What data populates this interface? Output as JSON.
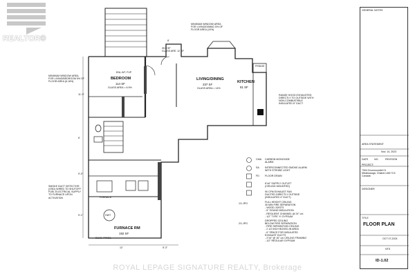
{
  "watermark": {
    "text": "ROYAL LEPAGE SIGNATURE REALTY, Brokerage",
    "logo_text": "REALTOR®"
  },
  "title_block": {
    "general_notes": "GENERAL NOTES",
    "area_statement": "AREA STATEMENT",
    "date_col": "DATE",
    "no_col": "NO.",
    "revision_col": "REVISION",
    "revision_date": "Nov. 14, 2023",
    "project_label": "PROJECT:",
    "project_address": "7904 Drummondlef Ct\nMississauga, Ontario L6M 7L5\nCanada",
    "designer_label": "DESIGNER",
    "title_label": "TITLE",
    "sheet_title": "FLOOR PLAN",
    "date_value": "OCT 07,2024",
    "scale_value": "NTS",
    "sheet_number": "ID-1.02"
  },
  "rooms": [
    {
      "name": "BEDROOM",
      "area": "114 SF",
      "note": "GLASS AREA = 6.9%"
    },
    {
      "name": "LIVING/DINING",
      "area": "337 SF",
      "note": "GLASS AREA = 14%"
    },
    {
      "name": "KITCHEN",
      "area": "81 SF",
      "note": ""
    },
    {
      "name": "FURNACE RM",
      "area": "192 SF",
      "note": ""
    }
  ],
  "callouts": {
    "window_bedroom": "MINIMUM WINDOW AREA\nFOR LIVING/BEDROOM 5% OF\nFLOOR AREA (6.18%)",
    "window_living": "MINIMUM WINDOW AREA\nFOR LIVING/DINING 5% OF\nFLOOR AREA (10%)",
    "glass_area": "39.5 SF\nGLASS ARE: 12 SF",
    "range_hood": "RANGE HOOD EXHAUSTED\nDIRECTLY TO OUTSIDE WITH\nNON-COMBUSTIBLE\nINSULATED 6\" DUCT",
    "smoke_detector": "SMOKE DUCT DETECTOR\n(OSD) WIRED TO SHUTOFF\nFUEL ELECTRICAL SUPPLY\nTO FURNACE UPON\nACTIVATION",
    "furnace": "FURNACE",
    "hwt": "HWT",
    "elec_panel": "ELEC. PANEL",
    "fridge": "FRIDGE",
    "enl_label": "ENL.WT. FVP"
  },
  "legend": [
    {
      "symbol": "CMA",
      "text": "CARBON MONOXIDE\nALARM"
    },
    {
      "symbol": "SA",
      "text": "INTERCONNECTED SMOKE ALARM\nWITH STROBE LIGHT"
    },
    {
      "symbol": "FD",
      "text": "FLOOR DRAIN"
    },
    {
      "symbol": "",
      "text": "6\"x6\" SUPPLY OUTLET\n(CEILING MOUNTED)"
    },
    {
      "symbol": "",
      "text": "90 CFM EXHAUST FAN\nDUCTED DIRECTLY OUTSIDE\n(INSULATED 4\" DUCT)"
    },
    {
      "symbol": "1/1.JPG",
      "text": "FULL HEIGHT CEILING\n30 MIN FIRE SEPARATION\n- WOOD JOISTS\n- 6\" SOUND INSULATION\n- RESILIENT CHANNEL @ 24\" o/c\n- 1/2\" TYPE 'X' GYPSUM"
    },
    {
      "symbol": "2/1.JPG",
      "text": "DROPPED CEILING\nBELOW FIRE SEPARATION\n- FIRE SEPARATION CEILING\n- 2 1/2 INCH BOXED-IN AREA\n- 6\" SPACE FOR INSULATED\n  EXHAUST DUCTS\n- 2\"x4\" @ 16\" o/c CEILING FRAMING\n- 1/2\" REGULAR GYPSUM"
    }
  ],
  "dimensions": {
    "left_1": "11'-0\"",
    "left_2": "6'",
    "left_3": "9'-0\"",
    "left_4": "9'-1\"",
    "bottom_1": "12'",
    "bottom_2": "5'-3\"",
    "top": "8'"
  },
  "colors": {
    "line": "#222222",
    "hatch": "#444444",
    "watermark": "#d6d6d6"
  }
}
